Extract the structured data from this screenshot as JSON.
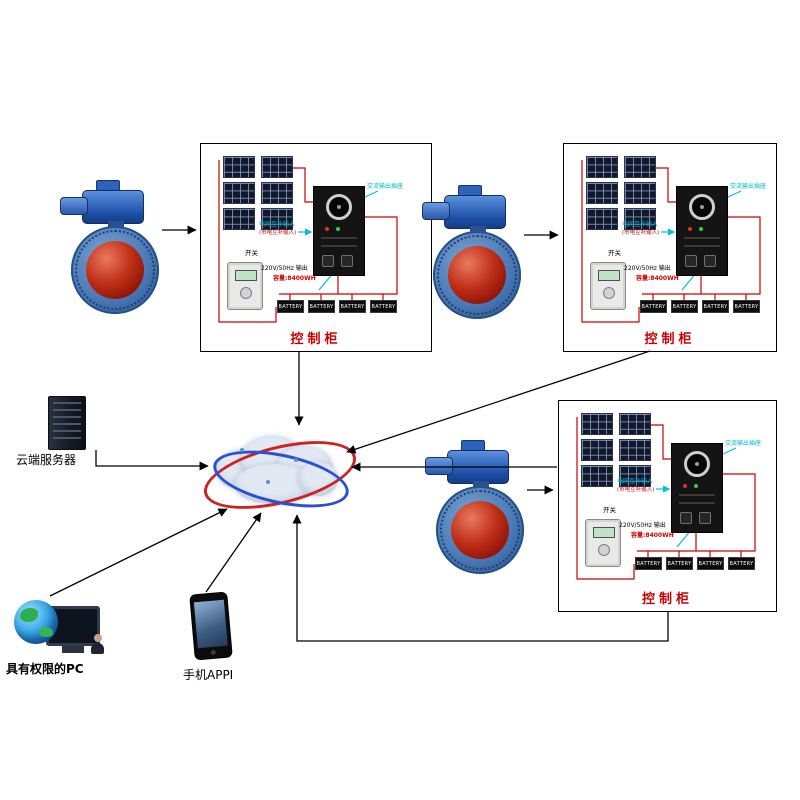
{
  "cabinets": [
    {
      "label": "控制柜"
    },
    {
      "label": "控制柜"
    },
    {
      "label": "控制柜"
    }
  ],
  "cabinet_common": {
    "ac_outlet_label": "交流输出插座",
    "grid_input_label": "电网互补输入",
    "grid_input_note": "(市电互补输入)",
    "switch_label": "开关",
    "output_label": "220V/50Hz 输出",
    "capacity_note": "容量:8400WH",
    "battery_label": "BATTERY"
  },
  "nodes": {
    "server_label": "云端服务器",
    "pc_label": "具有权限的PC",
    "phone_label": "手机APPI"
  },
  "colors": {
    "cabinet_label": "#cc0000",
    "wire": "#cc0000",
    "callout": "#00c0d4",
    "arrow": "#000000"
  }
}
